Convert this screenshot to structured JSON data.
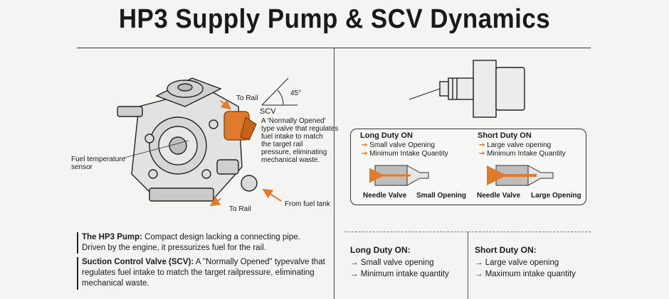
{
  "title": "HP3 Supply Pump & SCV Dynamics",
  "left": {
    "labels": {
      "to_rail_top": "To Rail",
      "angle": "45°",
      "scv": "SCV",
      "scv_desc": [
        "A 'Normally Opened'",
        "type valve that regulates",
        "fuel intake to match",
        "the target rail",
        "pressure, eliminating",
        "mechanical waste."
      ],
      "fuel_temp": [
        "Fuel temperature",
        "sensor"
      ],
      "to_rail_bottom": "To Rail",
      "from_tank": "From fuel tank"
    },
    "descriptions": [
      {
        "head": "The HP3 Pump:",
        "text": " Compact design lacking a connecting pipe.",
        "line2": "Driven by the engine, it pressurizes fuel for the rail."
      },
      {
        "head": "Suction Control Valve (SCV):",
        "text": " A \"Normally Opened\" typevalve that",
        "line2": "regulates fuel intake to match the target railpressure, eliminating",
        "line3": "mechanical waste."
      }
    ]
  },
  "panel": {
    "long": {
      "title": "Long Duty ON",
      "line1": "Small valve Opening",
      "line2": "Minimum Intake Quantity",
      "cap_left": "Needle Valve",
      "cap_right": "Small Opening"
    },
    "short": {
      "title": "Short Duty ON",
      "line1": "Large valve opening",
      "line2": "Minimum Intake Quantity",
      "cap_left": "Needle Valve",
      "cap_right": "Large Opening"
    }
  },
  "bottom": {
    "long": {
      "title": "Long Duty ON:",
      "items": [
        "→ Small valve opening",
        "→ Minimum intake quantity"
      ]
    },
    "short": {
      "title": "Short Duty ON:",
      "items": [
        "→ Large valve opening",
        "→ Maximum intake quantity"
      ]
    }
  },
  "colors": {
    "accent": "#e07a2c",
    "ink": "#1a1a1a",
    "background": "#f4f4f2"
  }
}
